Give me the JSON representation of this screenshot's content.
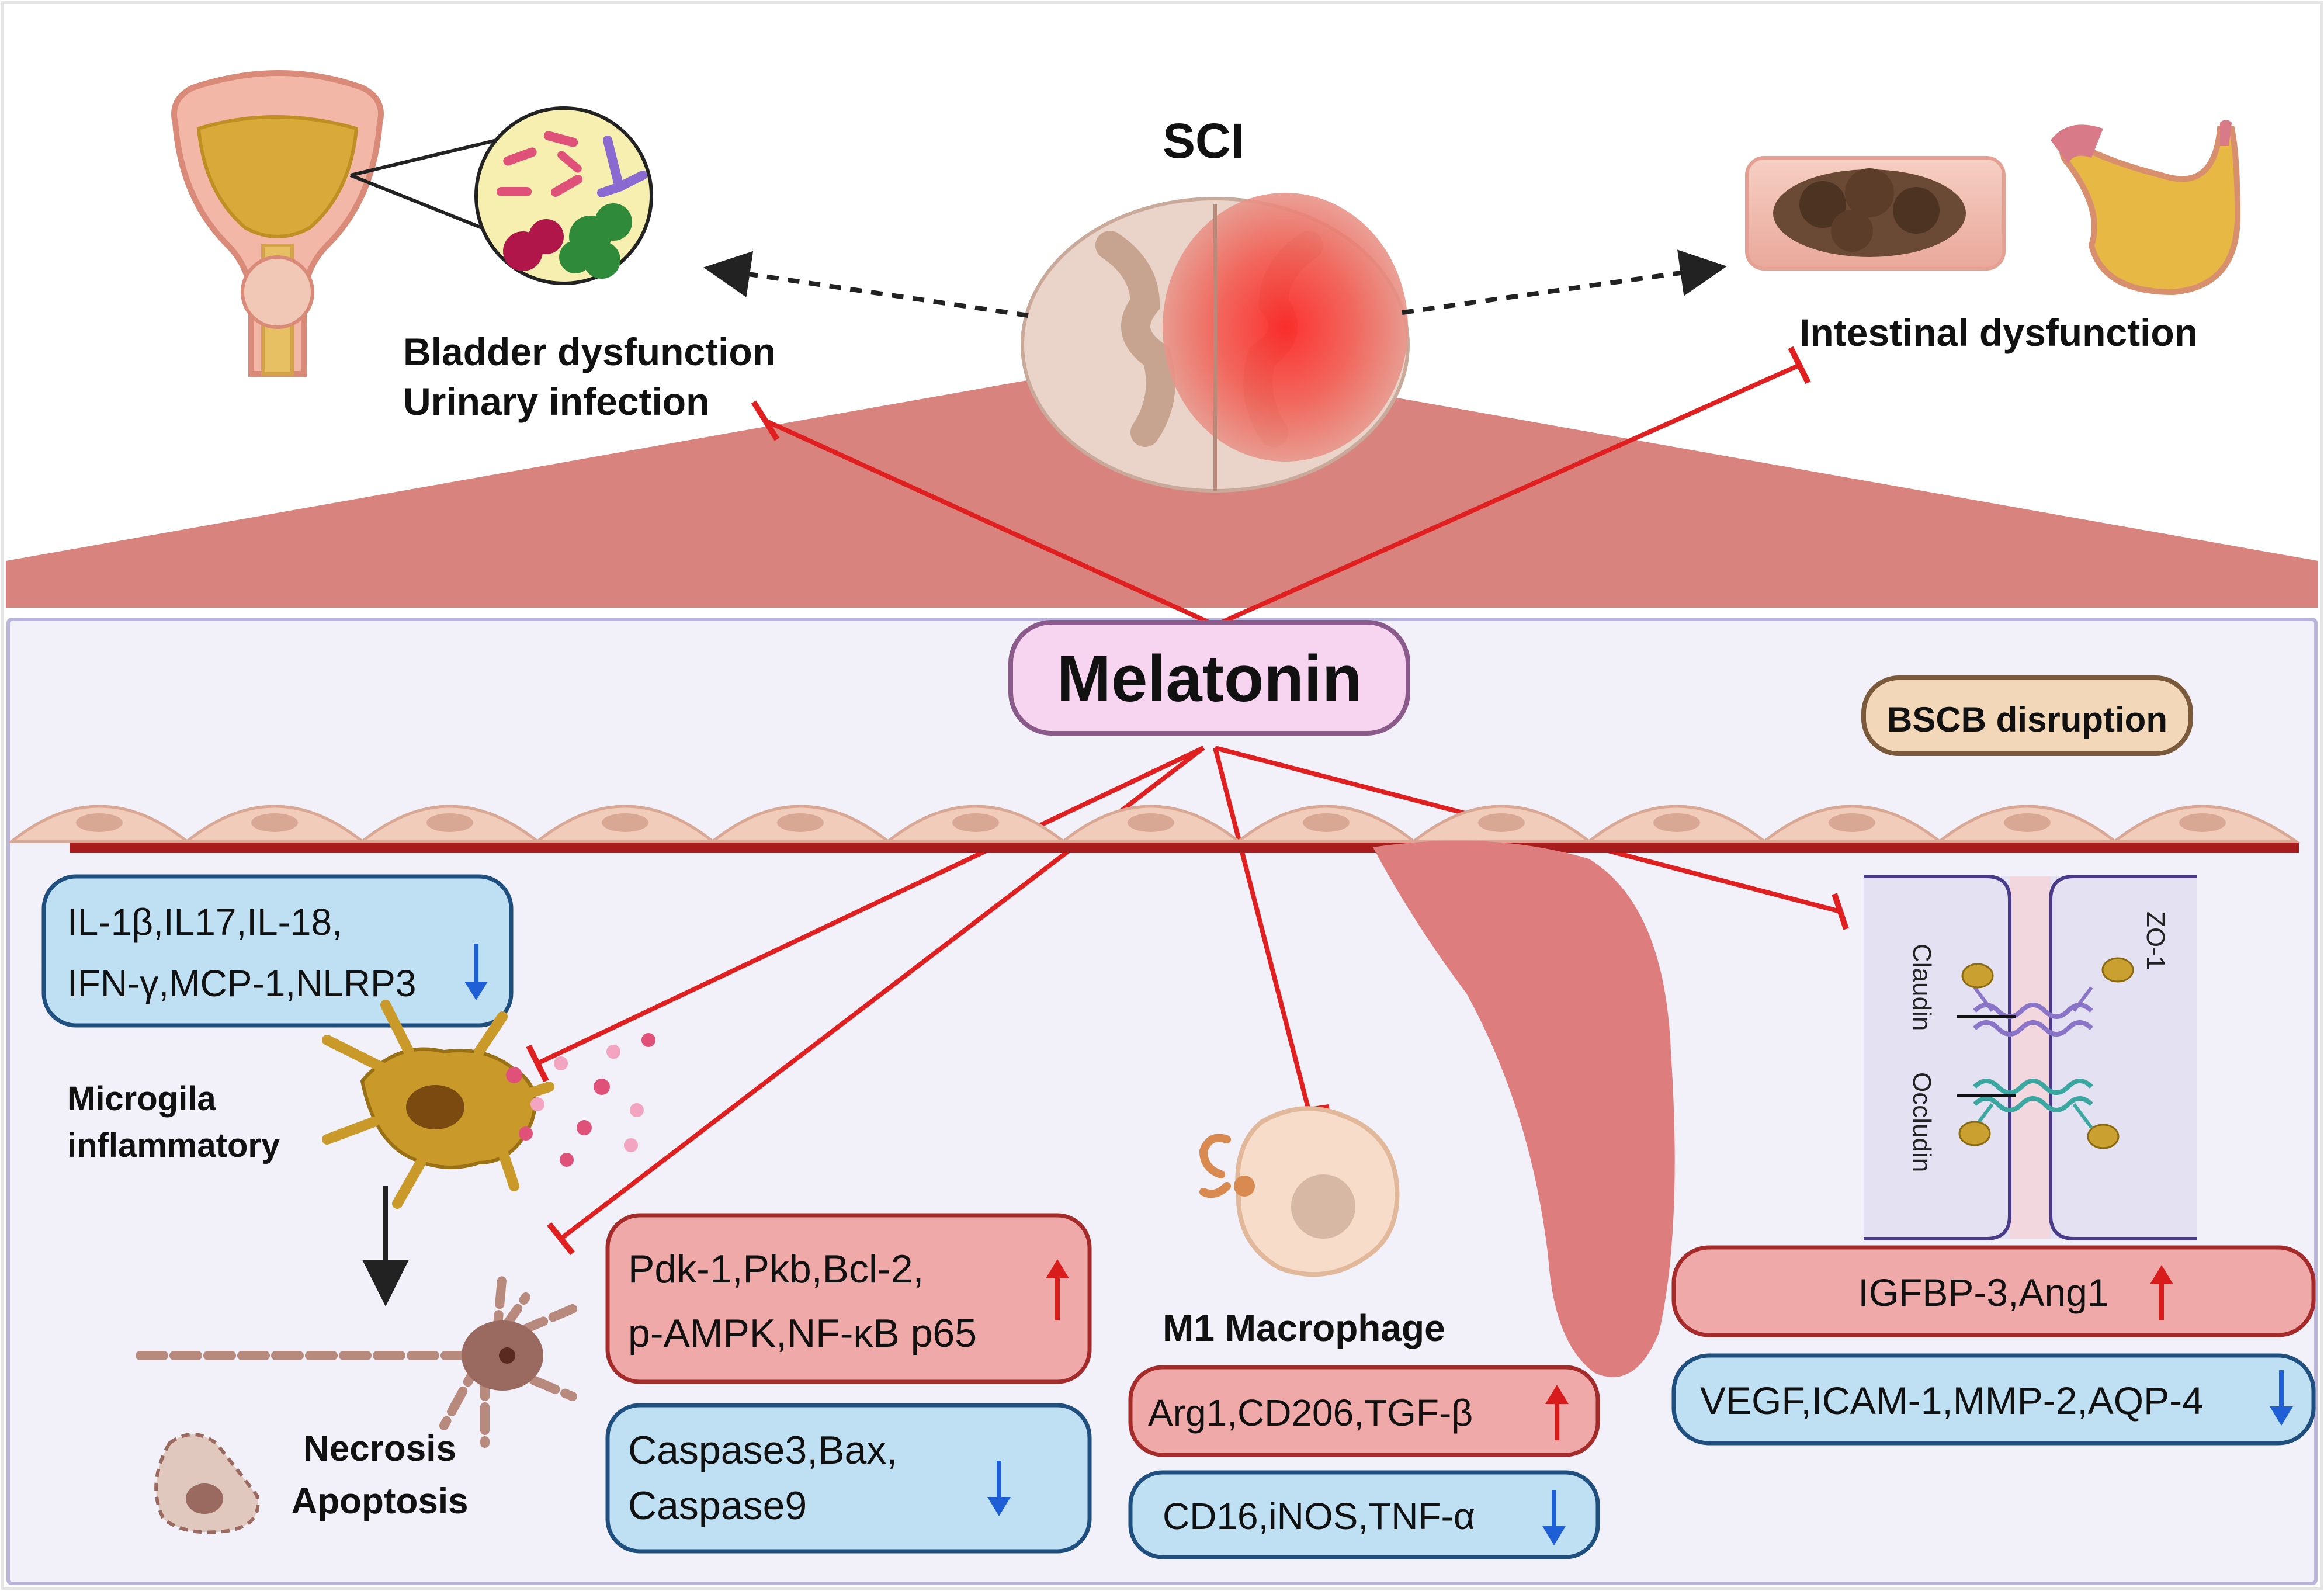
{
  "top": {
    "title": "SCI",
    "bladder_line1": "Bladder dysfunction",
    "bladder_line2": "Urinary infection",
    "intestinal": "Intestinal dysfunction"
  },
  "center": {
    "melatonin": "Melatonin",
    "bscb": "BSCB disruption"
  },
  "boxes": {
    "cytokines_line1": "IL-1β,IL17,IL-18,",
    "cytokines_line2": "IFN-γ,MCP-1,NLRP3",
    "pdk_line1": "Pdk-1,Pkb,Bcl-2,",
    "pdk_line2": "p-AMPK,NF-κB p65",
    "casp_line1": "Caspase3,Bax,",
    "casp_line2": "Caspase9",
    "arg1": "Arg1,CD206,TGF-β",
    "cd16": "CD16,iNOS,TNF-α",
    "igfbp": "IGFBP-3,Ang1",
    "vegf": "VEGF,ICAM-1,MMP-2,AQP-4"
  },
  "labels": {
    "microglia_line1": "Microgila",
    "microglia_line2": "inflammatory",
    "necrosis_line1": "Necrosis",
    "necrosis_line2": "Apoptosis",
    "m1": "M1 Macrophage",
    "zo1": "ZO-1",
    "claudin": "Claudin",
    "occludin": "Occludin"
  },
  "colors": {
    "inhibit_line": "#e02020",
    "up_arrow": "#d81c1c",
    "down_arrow": "#1f5fd6",
    "red_box_fill": "#f0a9a9",
    "red_box_stroke": "#a52a2a",
    "blue_box_fill": "#bfe0f3",
    "blue_box_stroke": "#1f4f7f",
    "band": "#d9837f",
    "lower_panel": "#f2f0f8"
  }
}
